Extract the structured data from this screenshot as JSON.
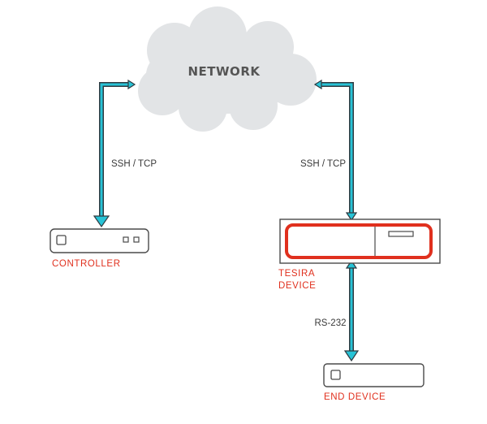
{
  "cloud": {
    "label": "NETWORK"
  },
  "links": {
    "controller_link": "SSH / TCP",
    "tesira_link": "SSH / TCP",
    "end_device_link": "RS-232"
  },
  "devices": {
    "controller": {
      "label": "CONTROLLER"
    },
    "tesira": {
      "label_line1": "TESIRA",
      "label_line2": "DEVICE"
    },
    "end_device": {
      "label": "END DEVICE"
    }
  },
  "colors": {
    "link_outer": "#2f3a40",
    "link_inner": "#27c3d6",
    "accent": "#e0301e",
    "device_stroke": "#4a4a4a",
    "cloud": "#e2e4e6"
  },
  "icons": [
    "cloud-icon",
    "arrow-icon"
  ]
}
